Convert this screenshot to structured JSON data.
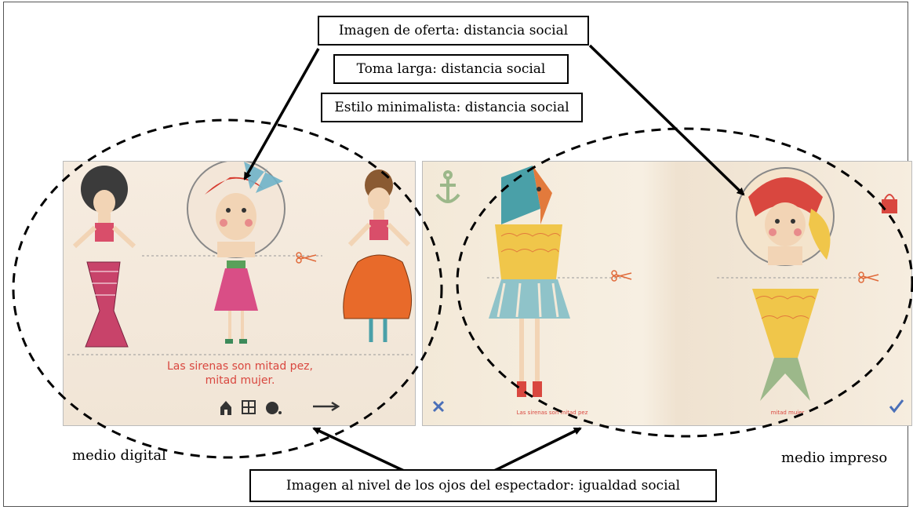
{
  "top_labels": {
    "offer": "Imagen de oferta: distancia social",
    "long_shot": "Toma larga: distancia social",
    "minimal": "Estilo minimalista: distancia social"
  },
  "bottom_label": "Imagen al nivel de los ojos del espectador: igualdad social",
  "captions": {
    "left": "medio digital",
    "right": "medio impreso"
  },
  "digital_panel": {
    "text_line1": "Las sirenas son mitad pez,",
    "text_line2": "mitad mujer.",
    "toolbar_icons": [
      "home-icon",
      "map-icon",
      "sound-icon",
      "arrow-right-icon"
    ]
  },
  "print_panel": {
    "caption_left": "Las sirenas son mitad pez",
    "caption_right": "mitad mujer",
    "icons": [
      "anchor-icon",
      "handbag-icon",
      "close-icon",
      "check-icon"
    ]
  },
  "colors": {
    "accent_red": "#d9473f",
    "line": "#000000"
  }
}
